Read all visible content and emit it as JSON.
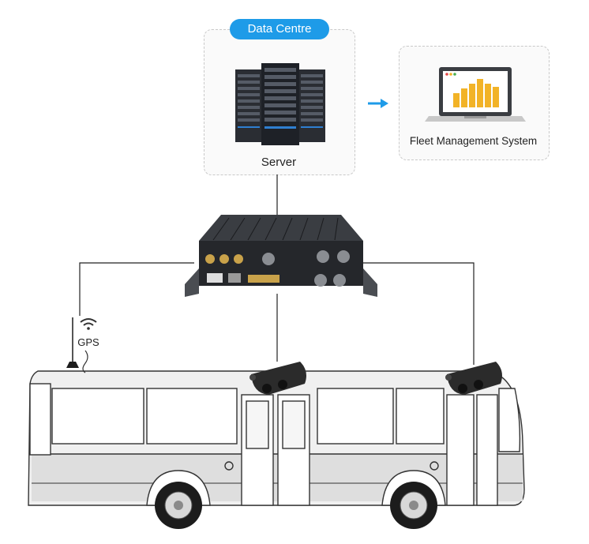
{
  "data_centre": {
    "badge": "Data Centre",
    "server_label": "Server"
  },
  "fms": {
    "label": "Fleet Management System"
  },
  "gps": {
    "label": "GPS"
  },
  "colors": {
    "accent": "#1e9be8",
    "chart_bars": "#f2b327",
    "device_body": "#2b2b2b",
    "bus_outline": "#333333"
  },
  "icons": [
    "server-rack-icon",
    "laptop-chart-icon",
    "arrow-right-icon",
    "wifi-icon",
    "antenna-icon",
    "mdvr-device",
    "camera-icon",
    "bus"
  ]
}
